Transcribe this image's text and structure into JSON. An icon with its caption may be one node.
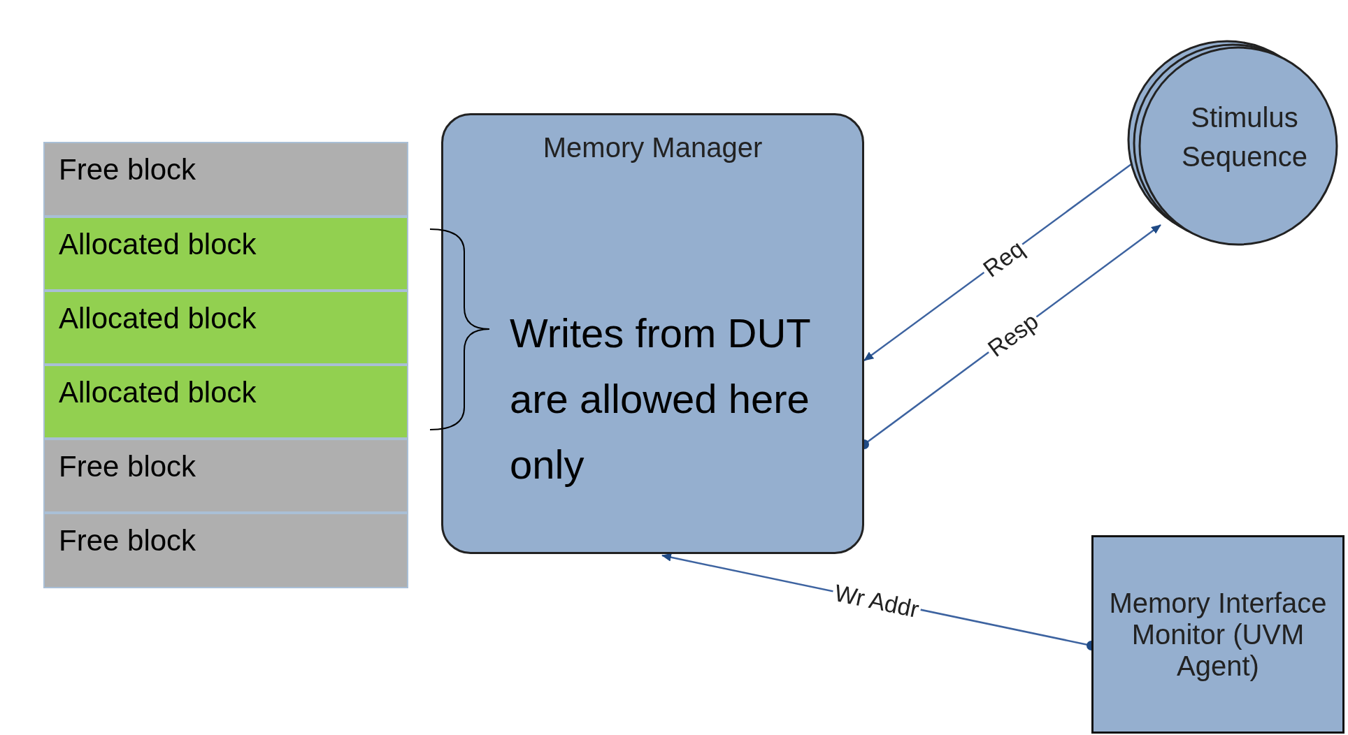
{
  "diagram": {
    "nodes": [
      {
        "text": [
          "Free block"
        ]
      },
      {
        "text": [
          "Allocated block"
        ]
      },
      {
        "text": [
          "Allocated block"
        ]
      },
      {
        "text": [
          "Allocated block"
        ]
      },
      {
        "text": [
          "Free block"
        ]
      },
      {
        "text": [
          "Free block"
        ]
      },
      {
        "text": [
          "Memory Manager",
          "Writes from DUT are allowed here only"
        ]
      },
      {
        "text": [
          "Stimulus Sequence"
        ]
      },
      {
        "text": [
          "Memory Interface Monitor (UVM Agent)"
        ]
      }
    ],
    "edges": [
      {
        "from": 7,
        "to": 6,
        "arrow": "to",
        "label": "Req"
      },
      {
        "from": 6,
        "to": 7,
        "arrow": "to",
        "label": "Resp"
      },
      {
        "from": 8,
        "to": 6,
        "arrow": "to",
        "label": "Wr Addr"
      }
    ]
  }
}
